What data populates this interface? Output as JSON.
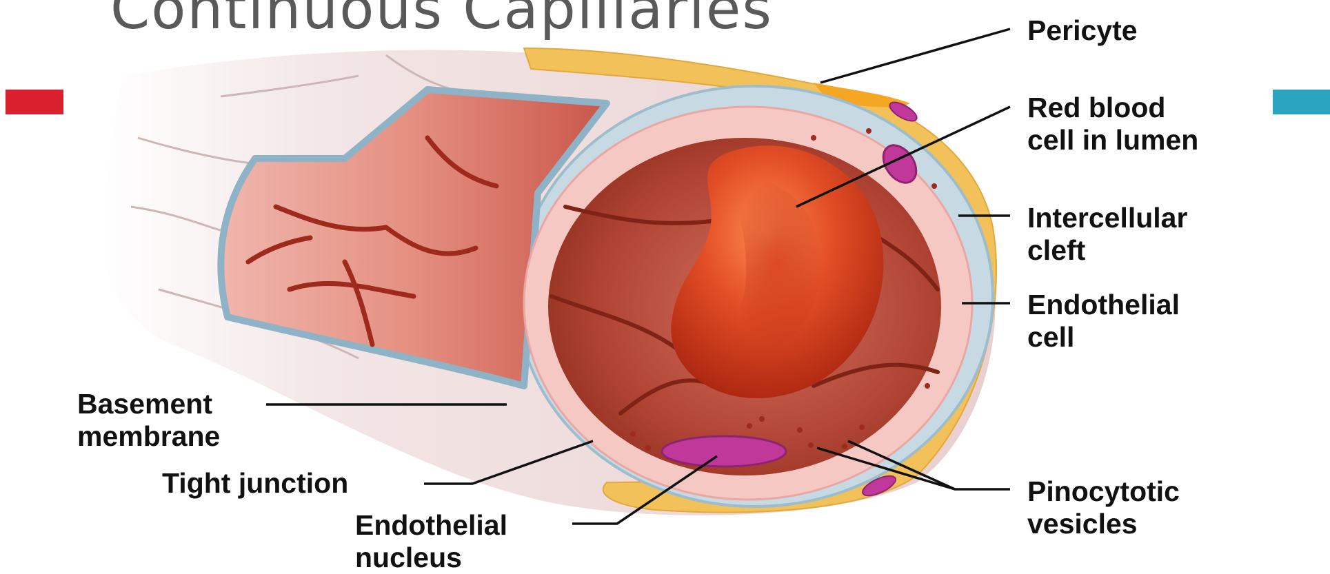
{
  "slide": {
    "title": "Continuous Capillaries",
    "accent_left": "#d9202e",
    "accent_right": "#2aa4bf"
  },
  "diagram": {
    "labels": {
      "pericyte": [
        "Pericyte"
      ],
      "red_blood_cell": [
        "Red blood",
        "cell in lumen"
      ],
      "intercellular_cleft": [
        "Intercellular",
        "cleft"
      ],
      "endothelial_cell": [
        "Endothelial",
        "cell"
      ],
      "basement_membrane": [
        "Basement",
        "membrane"
      ],
      "tight_junction": [
        "Tight junction"
      ],
      "endothelial_nucleus": [
        "Endothelial",
        "nucleus"
      ],
      "pinocytotic_vesicles": [
        "Pinocytotic",
        "vesicles"
      ]
    }
  }
}
